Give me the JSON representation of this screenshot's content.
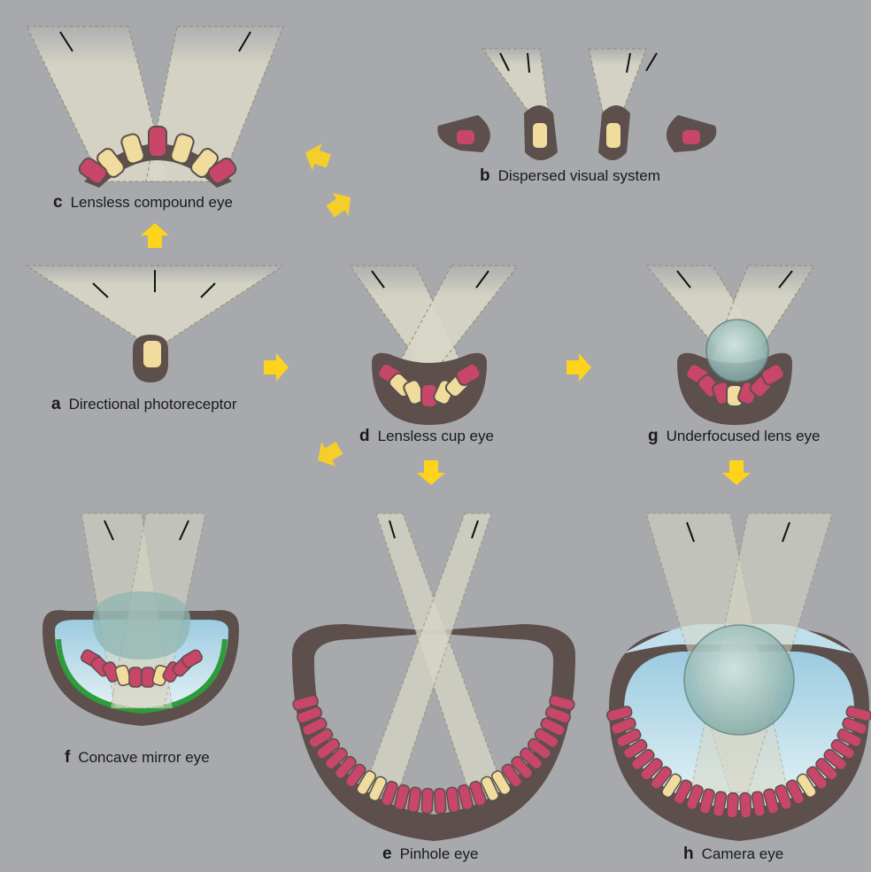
{
  "panels": {
    "a": {
      "letter": "a",
      "name": "Directional photoreceptor"
    },
    "b": {
      "letter": "b",
      "name": "Dispersed visual system"
    },
    "c": {
      "letter": "c",
      "name": "Lensless compound eye"
    },
    "d": {
      "letter": "d",
      "name": "Lensless cup eye"
    },
    "e": {
      "letter": "e",
      "name": "Pinhole eye"
    },
    "f": {
      "letter": "f",
      "name": "Concave mirror eye"
    },
    "g": {
      "letter": "g",
      "name": "Underfocused lens eye"
    },
    "h": {
      "letter": "h",
      "name": "Camera eye"
    }
  },
  "colors": {
    "background": "#a7a9ad",
    "light_beam": "#d8d7c6",
    "tissue": "#5c4f4c",
    "photoreceptor_red": "#c8466a",
    "photoreceptor_yellow": "#f0dc9c",
    "lens": "#8fb5b2",
    "vitreous": "#bfe0ea",
    "mirror": "#2d9c3a",
    "arrow": "#ffd21c"
  }
}
